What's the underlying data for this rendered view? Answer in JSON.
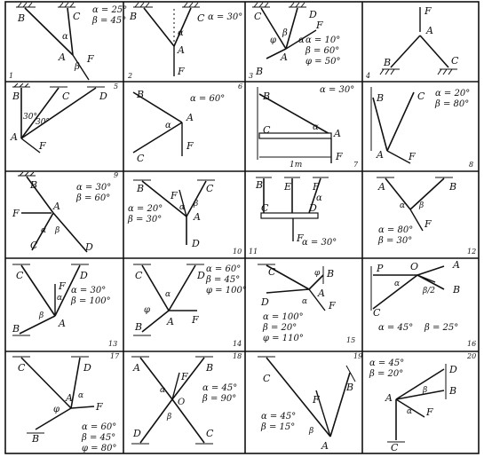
{
  "problems": [
    {
      "num": "1",
      "labels": [
        "B",
        "C",
        "A",
        "F",
        "α",
        "β"
      ],
      "params": [
        "α = 25°",
        "β = 45°"
      ]
    },
    {
      "num": "2",
      "labels": [
        "B",
        "C",
        "A",
        "F",
        "α"
      ],
      "params": [
        "α = 30°"
      ]
    },
    {
      "num": "3",
      "labels": [
        "C",
        "D",
        "A",
        "B",
        "F",
        "φ",
        "β",
        "α"
      ],
      "params": [
        "α = 10°",
        "β = 60°",
        "φ = 50°"
      ]
    },
    {
      "num": "4",
      "labels": [
        "F",
        "A",
        "B",
        "C"
      ],
      "params": []
    },
    {
      "num": "5",
      "labels": [
        "B",
        "C",
        "D",
        "A",
        "F",
        "30°",
        "30°"
      ],
      "params": []
    },
    {
      "num": "6",
      "labels": [
        "B",
        "A",
        "C",
        "F",
        "α"
      ],
      "params": [
        "α = 60°"
      ]
    },
    {
      "num": "7",
      "labels": [
        "B",
        "C",
        "A",
        "F",
        "1m",
        "α"
      ],
      "params": [
        "α = 30°"
      ]
    },
    {
      "num": "8",
      "labels": [
        "B",
        "C",
        "A",
        "F"
      ],
      "params": [
        "α = 20°",
        "β = 80°"
      ]
    },
    {
      "num": "9",
      "labels": [
        "B",
        "A",
        "F",
        "C",
        "D",
        "α",
        "β"
      ],
      "params": [
        "α = 30°",
        "β = 60°"
      ]
    },
    {
      "num": "10",
      "labels": [
        "B",
        "C",
        "A",
        "F",
        "D",
        "α",
        "β"
      ],
      "params": [
        "α = 20°",
        "β = 30°"
      ]
    },
    {
      "num": "11",
      "labels": [
        "B",
        "E",
        "F",
        "C",
        "D",
        "F",
        "α"
      ],
      "params": [
        "α = 30°"
      ]
    },
    {
      "num": "12",
      "labels": [
        "A",
        "B",
        "F",
        "α",
        "β"
      ],
      "params": [
        "α = 80°",
        "β = 30°"
      ]
    },
    {
      "num": "13",
      "labels": [
        "C",
        "D",
        "F",
        "A",
        "B",
        "α",
        "β"
      ],
      "params": [
        "α = 30°",
        "β = 100°"
      ]
    },
    {
      "num": "14",
      "labels": [
        "C",
        "D",
        "A",
        "B",
        "F",
        "φ",
        "α"
      ],
      "params": [
        "α = 60°",
        "β = 45°",
        "φ = 100°"
      ]
    },
    {
      "num": "15",
      "labels": [
        "C",
        "B",
        "A",
        "D",
        "F",
        "φ",
        "α"
      ],
      "params": [
        "α = 100°",
        "β = 20°",
        "φ = 110°"
      ]
    },
    {
      "num": "16",
      "labels": [
        "P",
        "O",
        "A",
        "B",
        "C",
        "α",
        "β/2"
      ],
      "params": [
        "α = 45°",
        "β = 25°"
      ]
    },
    {
      "num": "17",
      "labels": [
        "C",
        "D",
        "A",
        "B",
        "F",
        "φ",
        "α"
      ],
      "params": [
        "α = 60°",
        "β = 45°",
        "φ = 80°"
      ]
    },
    {
      "num": "18",
      "labels": [
        "A",
        "B",
        "D",
        "C",
        "F",
        "O",
        "α",
        "β"
      ],
      "params": [
        "α = 45°",
        "β = 90°"
      ]
    },
    {
      "num": "19",
      "labels": [
        "C",
        "F",
        "B",
        "A",
        "β"
      ],
      "params": [
        "α = 45°",
        "β = 15°"
      ]
    },
    {
      "num": "20",
      "labels": [
        "D",
        "B",
        "A",
        "C",
        "F",
        "α",
        "β"
      ],
      "params": [
        "α = 45°",
        "β = 20°"
      ]
    }
  ]
}
